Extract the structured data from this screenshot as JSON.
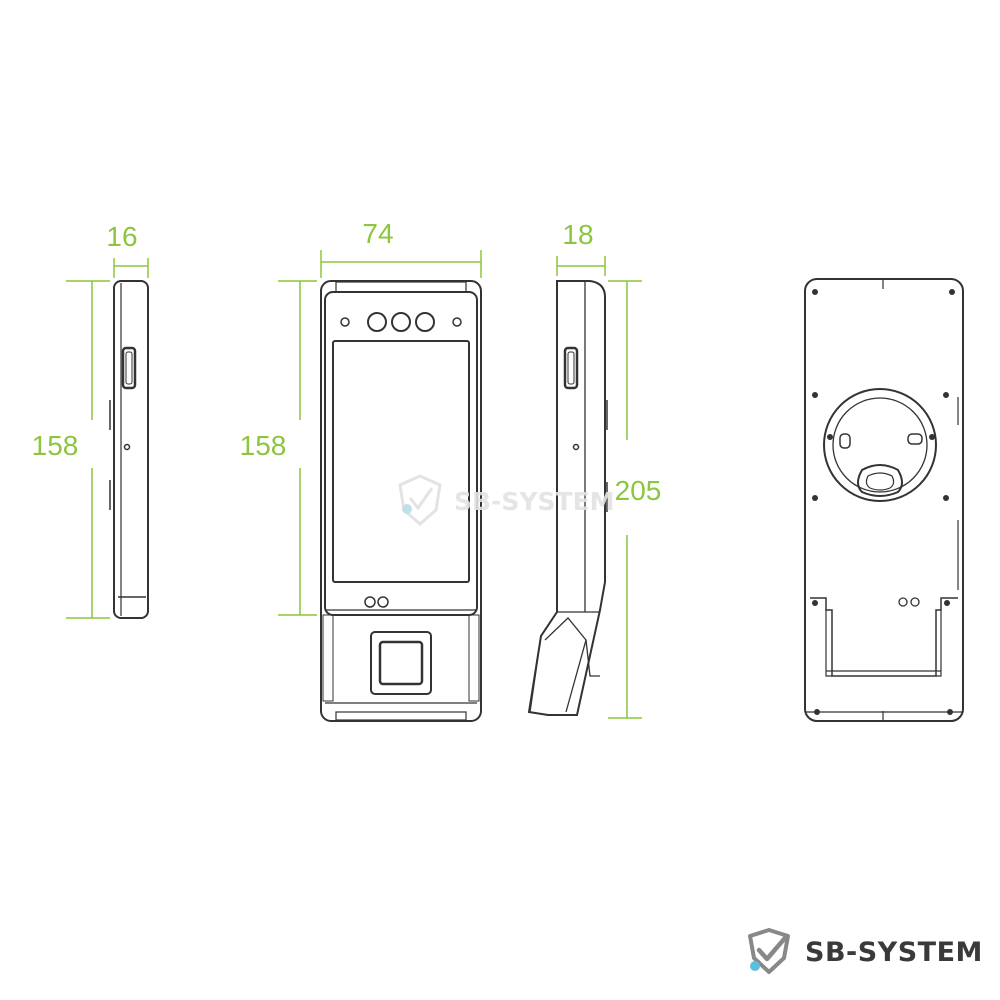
{
  "colors": {
    "outline": "#333333",
    "dimension": "#8cc63f",
    "watermark": "#e3e3e3",
    "brand_text": "#3a3a3a",
    "brand_accent": "#5bc0de"
  },
  "dimensions": {
    "side_left_depth": "16",
    "side_left_height": "158",
    "front_width": "74",
    "front_height": "158",
    "side_right_depth": "18",
    "side_right_total_height": "205"
  },
  "watermark": {
    "text": "SB-SYSTEM"
  },
  "brand": {
    "name": "SB-SYSTEM",
    "logo_icon": "shield-check-icon"
  }
}
